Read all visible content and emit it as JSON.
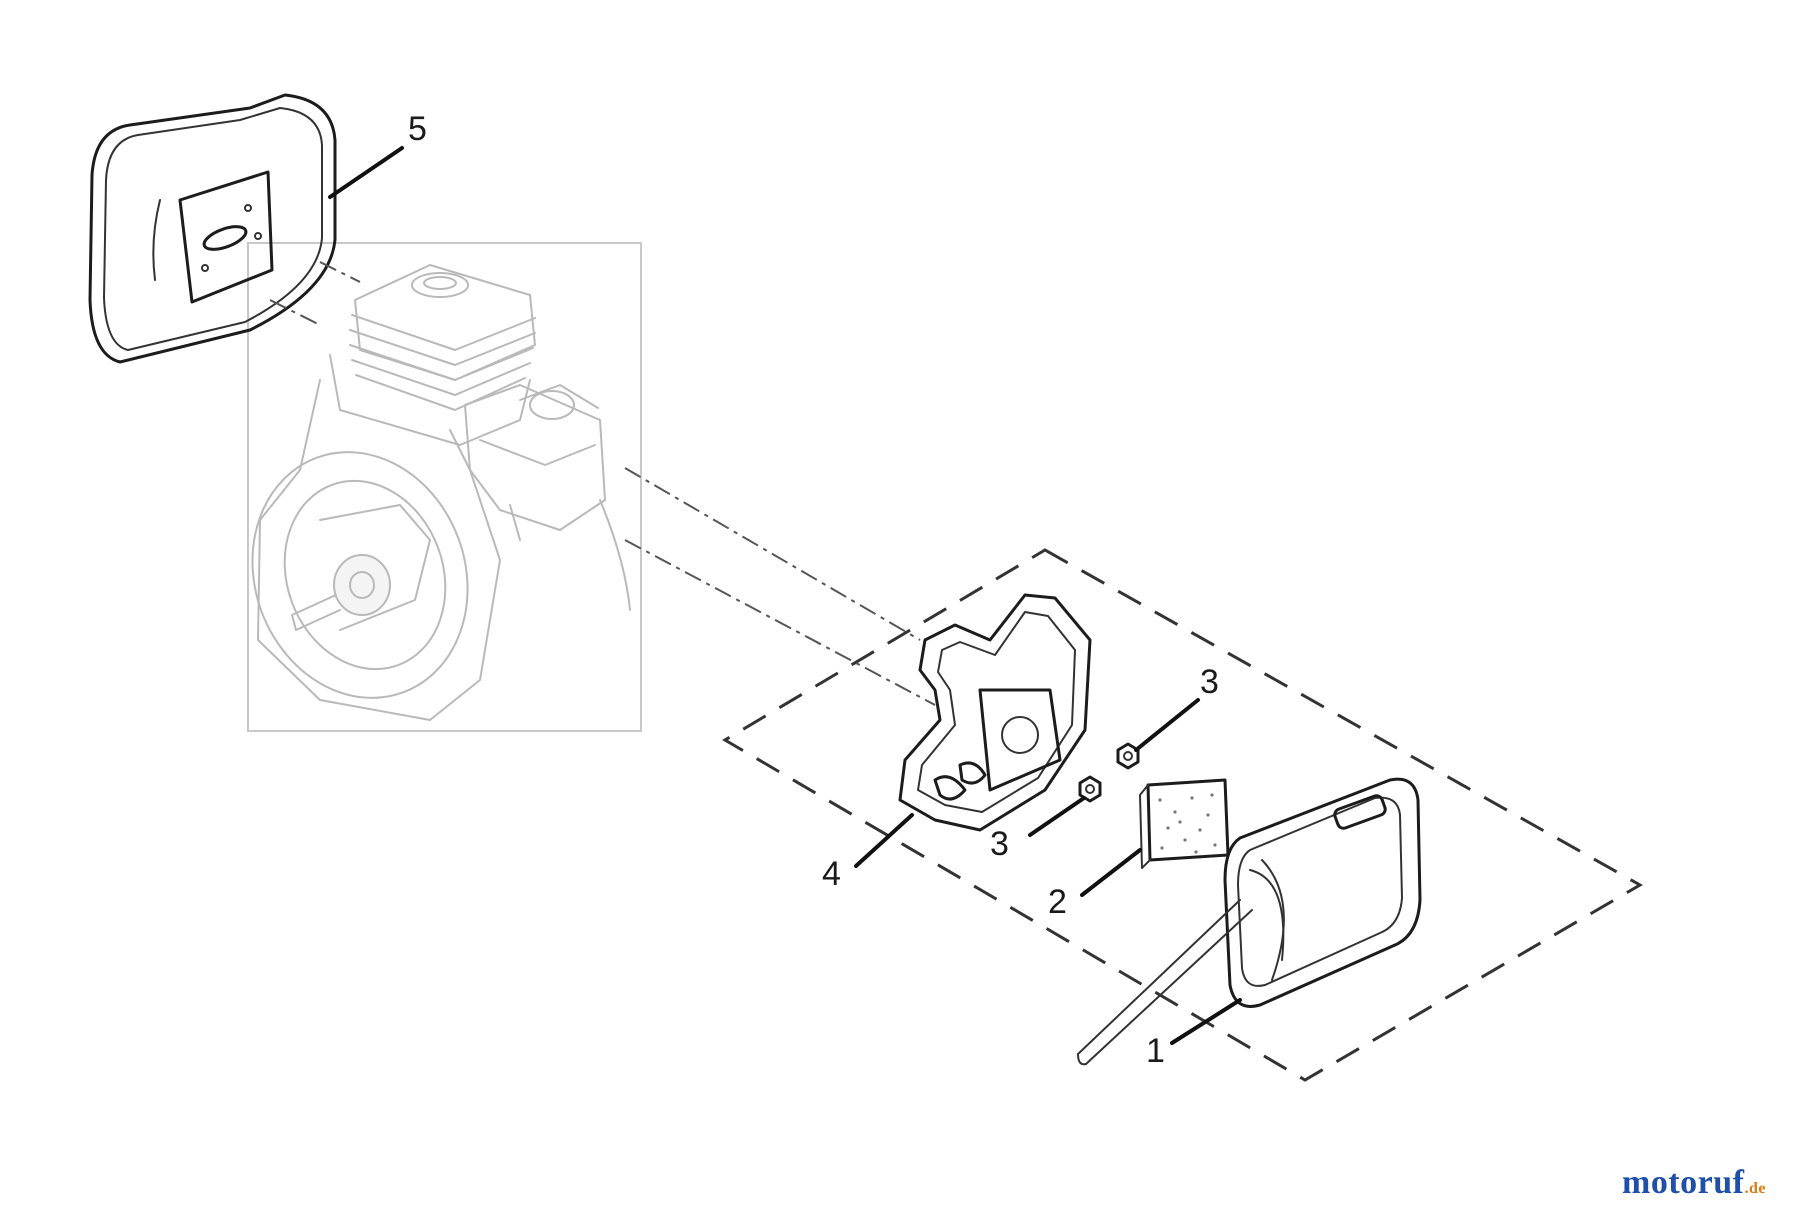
{
  "diagram": {
    "callouts": [
      {
        "id": "5",
        "label": "5"
      },
      {
        "id": "3a",
        "label": "3"
      },
      {
        "id": "3b",
        "label": "3"
      },
      {
        "id": "4",
        "label": "4"
      },
      {
        "id": "2",
        "label": "2"
      },
      {
        "id": "1",
        "label": "1"
      }
    ]
  },
  "watermark": {
    "name": "motoruf",
    "tld": ".de",
    "colors": {
      "primary": "#1f4fa8",
      "accent": "#e07a12"
    }
  }
}
